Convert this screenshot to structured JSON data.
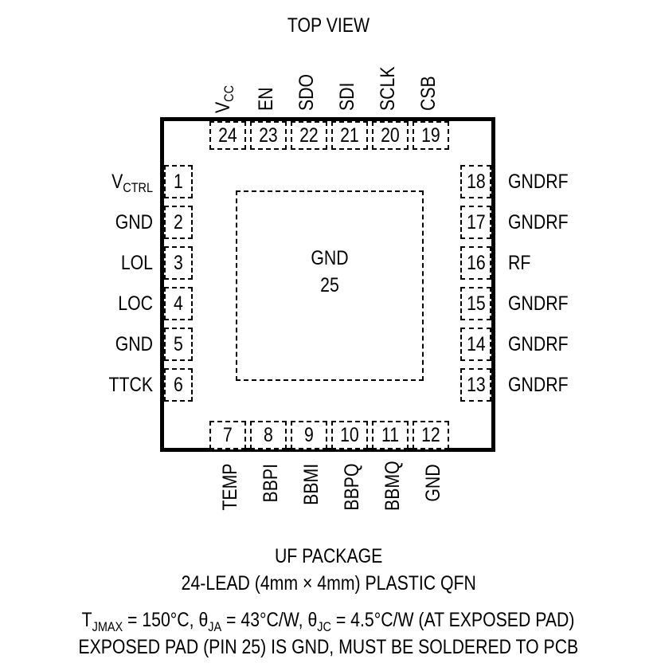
{
  "title": "TOP VIEW",
  "package": {
    "pins_top": [
      {
        "num": "24",
        "name": "V",
        "sub": "CC"
      },
      {
        "num": "23",
        "name": "EN",
        "sub": ""
      },
      {
        "num": "22",
        "name": "SDO",
        "sub": ""
      },
      {
        "num": "21",
        "name": "SDI",
        "sub": ""
      },
      {
        "num": "20",
        "name": "SCLK",
        "sub": ""
      },
      {
        "num": "19",
        "name": "CSB",
        "sub": ""
      }
    ],
    "pins_left": [
      {
        "num": "1",
        "name": "V",
        "sub": "CTRL"
      },
      {
        "num": "2",
        "name": "GND",
        "sub": ""
      },
      {
        "num": "3",
        "name": "LOL",
        "sub": ""
      },
      {
        "num": "4",
        "name": "LOC",
        "sub": ""
      },
      {
        "num": "5",
        "name": "GND",
        "sub": ""
      },
      {
        "num": "6",
        "name": "TTCK",
        "sub": ""
      }
    ],
    "pins_right": [
      {
        "num": "18",
        "name": "GNDRF"
      },
      {
        "num": "17",
        "name": "GNDRF"
      },
      {
        "num": "16",
        "name": "RF"
      },
      {
        "num": "15",
        "name": "GNDRF"
      },
      {
        "num": "14",
        "name": "GNDRF"
      },
      {
        "num": "13",
        "name": "GNDRF"
      }
    ],
    "pins_bottom": [
      {
        "num": "7",
        "name": "TEMP"
      },
      {
        "num": "8",
        "name": "BBPI"
      },
      {
        "num": "9",
        "name": "BBMI"
      },
      {
        "num": "10",
        "name": "BBPQ"
      },
      {
        "num": "11",
        "name": "BBMQ"
      },
      {
        "num": "12",
        "name": "GND"
      }
    ],
    "exposed_pad": {
      "name": "GND",
      "num": "25"
    }
  },
  "footer": {
    "line1": "UF PACKAGE",
    "line2": "24-LEAD (4mm × 4mm) PLASTIC QFN",
    "thermal": {
      "t_prefix": "T",
      "t_sub": "JMAX",
      "t_val": " = 150°C, ",
      "ja_prefix": "θ",
      "ja_sub": "JA",
      "ja_val": " = 43°C/W, ",
      "jc_prefix": "θ",
      "jc_sub": "JC",
      "jc_val": " = 4.5°C/W (AT EXPOSED PAD)"
    },
    "line4": "EXPOSED PAD (PIN 25) IS GND, MUST BE SOLDERED TO PCB"
  }
}
